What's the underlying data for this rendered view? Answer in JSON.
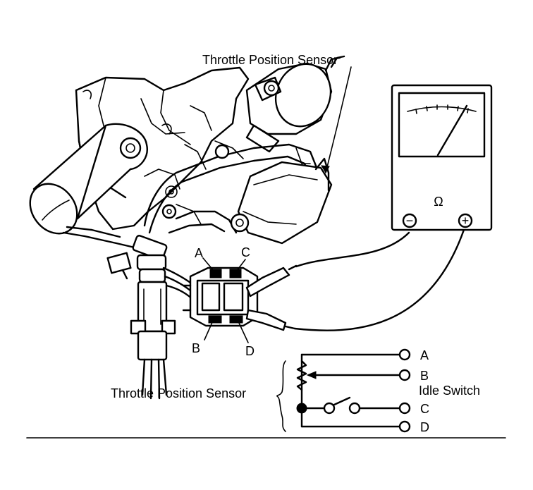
{
  "labels": {
    "tps_top": "Throttle Position Sensor",
    "tps_bottom": "Throttle Position Sensor",
    "idle_switch": "Idle Switch",
    "ohm_symbol": "Ω"
  },
  "connector_pins": [
    "A",
    "B",
    "C",
    "D"
  ],
  "schematic_terminals": [
    "A",
    "B",
    "C",
    "D"
  ],
  "meter_terminals": {
    "negative": "−",
    "positive": "+"
  }
}
